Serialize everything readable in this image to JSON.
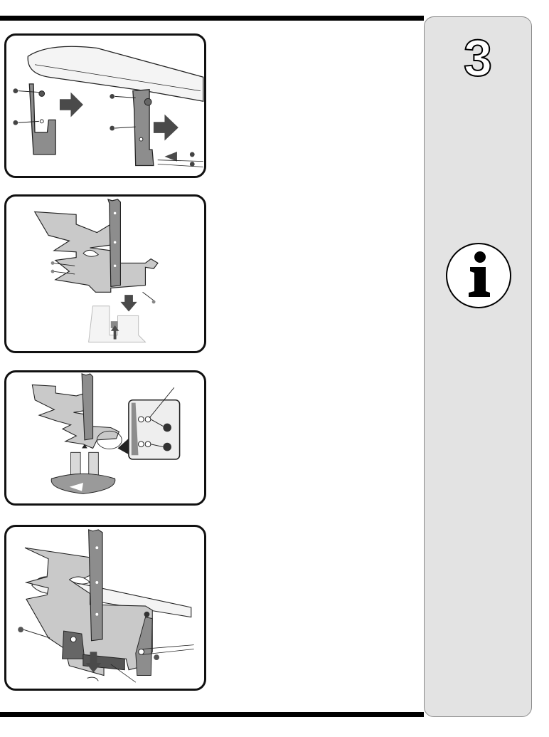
{
  "sidebar": {
    "step_number": "3",
    "info_icon": "info-icon"
  },
  "panels": [
    {
      "name": "mount-brackets-illustration"
    },
    {
      "name": "attach-bracket-assembly-illustration"
    },
    {
      "name": "bolt-detail-illustration"
    },
    {
      "name": "installed-bracket-illustration"
    }
  ],
  "colors": {
    "rule": "#000000",
    "sidebar_bg": "#e3e3e3",
    "bracket_dark": "#8d8d8d",
    "bracket_light": "#c9c9c9",
    "arrow": "#4a4a4a"
  }
}
